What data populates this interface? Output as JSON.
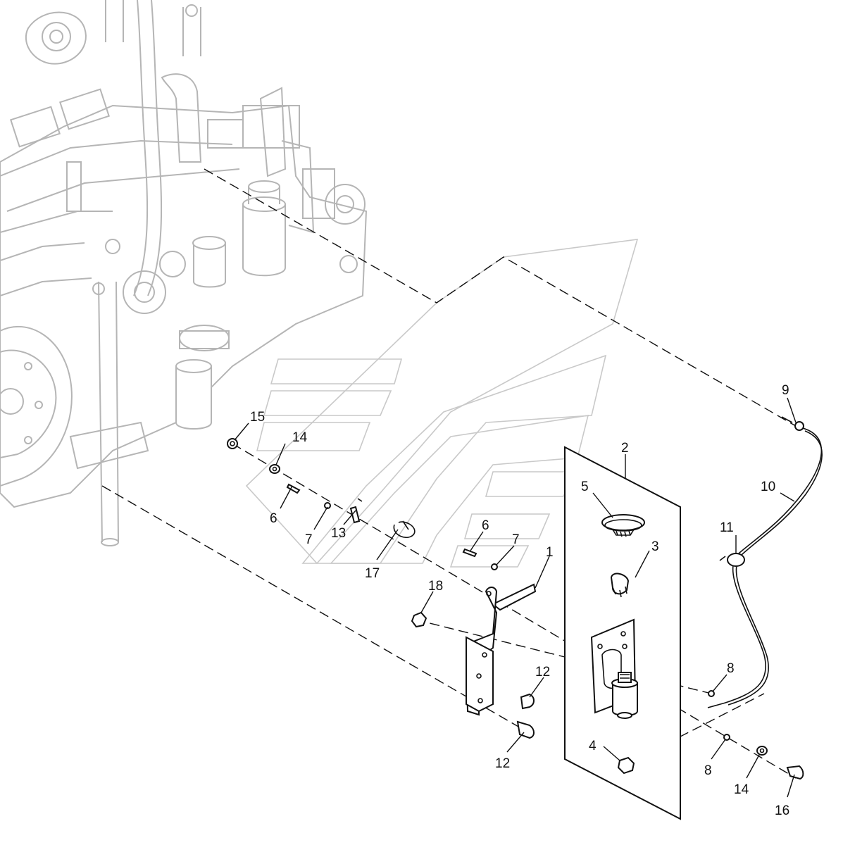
{
  "diagram": {
    "callouts": [
      {
        "id": "c1",
        "label": "1"
      },
      {
        "id": "c2",
        "label": "2"
      },
      {
        "id": "c3",
        "label": "3"
      },
      {
        "id": "c4",
        "label": "4"
      },
      {
        "id": "c5",
        "label": "5"
      },
      {
        "id": "c6a",
        "label": "6"
      },
      {
        "id": "c6b",
        "label": "6"
      },
      {
        "id": "c7a",
        "label": "7"
      },
      {
        "id": "c7b",
        "label": "7"
      },
      {
        "id": "c8a",
        "label": "8"
      },
      {
        "id": "c8b",
        "label": "8"
      },
      {
        "id": "c9",
        "label": "9"
      },
      {
        "id": "c10",
        "label": "10"
      },
      {
        "id": "c11",
        "label": "11"
      },
      {
        "id": "c12a",
        "label": "12"
      },
      {
        "id": "c12b",
        "label": "12"
      },
      {
        "id": "c13",
        "label": "13"
      },
      {
        "id": "c14a",
        "label": "14"
      },
      {
        "id": "c14b",
        "label": "14"
      },
      {
        "id": "c15",
        "label": "15"
      },
      {
        "id": "c16",
        "label": "16"
      },
      {
        "id": "c17",
        "label": "17"
      },
      {
        "id": "c18",
        "label": "18"
      }
    ]
  }
}
